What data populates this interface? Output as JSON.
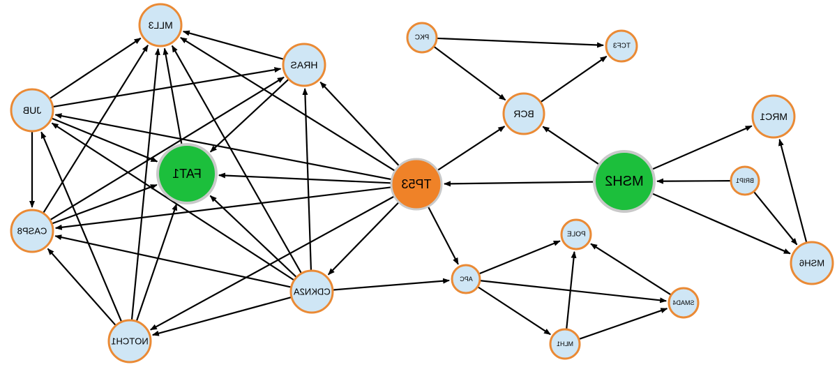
{
  "colors": {
    "default_fill": "#cfe6f5",
    "default_stroke": "#ea8a35",
    "green_fill": "#1cbf3c",
    "green_stroke": "#c9c9c9",
    "orange_fill": "#ef8228",
    "orange_stroke": "#c9c9c9",
    "edge": "#000000"
  },
  "nodes": [
    {
      "id": "MLL3",
      "label": "MLL3",
      "style": "default"
    },
    {
      "id": "HRAS",
      "label": "HRAS",
      "style": "default"
    },
    {
      "id": "JUB",
      "label": "JUB",
      "style": "default"
    },
    {
      "id": "FAT1",
      "label": "FAT1",
      "style": "green"
    },
    {
      "id": "CASP8",
      "label": "CASP8",
      "style": "default"
    },
    {
      "id": "NOTCH1",
      "label": "NOTCH1",
      "style": "default"
    },
    {
      "id": "CDKN2A",
      "label": "CDKN2A",
      "style": "default"
    },
    {
      "id": "TP53",
      "label": "TP53",
      "style": "orange"
    },
    {
      "id": "PKC",
      "label": "PKC",
      "style": "default"
    },
    {
      "id": "TCF3",
      "label": "TCF3",
      "style": "default"
    },
    {
      "id": "BCR",
      "label": "BCR",
      "style": "default"
    },
    {
      "id": "MSH2",
      "label": "MSH2",
      "style": "green"
    },
    {
      "id": "MRC1",
      "label": "MRC1",
      "style": "default"
    },
    {
      "id": "BRIP1",
      "label": "BRIP1",
      "style": "default"
    },
    {
      "id": "MSH6",
      "label": "MSH6",
      "style": "default"
    },
    {
      "id": "APC",
      "label": "APC",
      "style": "default"
    },
    {
      "id": "POLE",
      "label": "POLE",
      "style": "default"
    },
    {
      "id": "SMAD4",
      "label": "SMAD4",
      "style": "default"
    },
    {
      "id": "MLH1",
      "label": "MLH1",
      "style": "default"
    }
  ],
  "edges": [
    {
      "from": "JUB",
      "to": "MLL3"
    },
    {
      "from": "HRAS",
      "to": "MLL3"
    },
    {
      "from": "JUB",
      "to": "HRAS"
    },
    {
      "from": "JUB",
      "to": "CASP8"
    },
    {
      "from": "JUB",
      "to": "FAT1"
    },
    {
      "from": "CASP8",
      "to": "MLL3"
    },
    {
      "from": "CASP8",
      "to": "HRAS"
    },
    {
      "from": "FAT1",
      "to": "MLL3"
    },
    {
      "from": "HRAS",
      "to": "FAT1"
    },
    {
      "from": "NOTCH1",
      "to": "MLL3"
    },
    {
      "from": "NOTCH1",
      "to": "JUB"
    },
    {
      "from": "NOTCH1",
      "to": "CASP8"
    },
    {
      "from": "NOTCH1",
      "to": "FAT1"
    },
    {
      "from": "CDKN2A",
      "to": "MLL3"
    },
    {
      "from": "CDKN2A",
      "to": "HRAS"
    },
    {
      "from": "CDKN2A",
      "to": "JUB"
    },
    {
      "from": "CDKN2A",
      "to": "CASP8"
    },
    {
      "from": "CDKN2A",
      "to": "FAT1"
    },
    {
      "from": "CDKN2A",
      "to": "NOTCH1"
    },
    {
      "from": "CASP8",
      "to": "FAT1"
    },
    {
      "from": "TP53",
      "to": "MLL3"
    },
    {
      "from": "TP53",
      "to": "HRAS"
    },
    {
      "from": "TP53",
      "to": "JUB"
    },
    {
      "from": "TP53",
      "to": "FAT1"
    },
    {
      "from": "TP53",
      "to": "CASP8"
    },
    {
      "from": "TP53",
      "to": "CDKN2A"
    },
    {
      "from": "TP53",
      "to": "NOTCH1"
    },
    {
      "from": "TP53",
      "to": "BCR"
    },
    {
      "from": "TP53",
      "to": "APC"
    },
    {
      "from": "CDKN2A",
      "to": "APC"
    },
    {
      "from": "PKC",
      "to": "TCF3"
    },
    {
      "from": "PKC",
      "to": "BCR"
    },
    {
      "from": "BCR",
      "to": "TCF3"
    },
    {
      "from": "MSH2",
      "to": "BCR"
    },
    {
      "from": "MSH2",
      "to": "TP53"
    },
    {
      "from": "MSH2",
      "to": "MRC1"
    },
    {
      "from": "MSH2",
      "to": "MSH6"
    },
    {
      "from": "BRIP1",
      "to": "MSH2"
    },
    {
      "from": "BRIP1",
      "to": "MSH6"
    },
    {
      "from": "MSH6",
      "to": "MRC1"
    },
    {
      "from": "APC",
      "to": "POLE"
    },
    {
      "from": "APC",
      "to": "SMAD4"
    },
    {
      "from": "APC",
      "to": "MLH1"
    },
    {
      "from": "SMAD4",
      "to": "POLE"
    },
    {
      "from": "MLH1",
      "to": "POLE"
    },
    {
      "from": "MLH1",
      "to": "SMAD4"
    }
  ]
}
